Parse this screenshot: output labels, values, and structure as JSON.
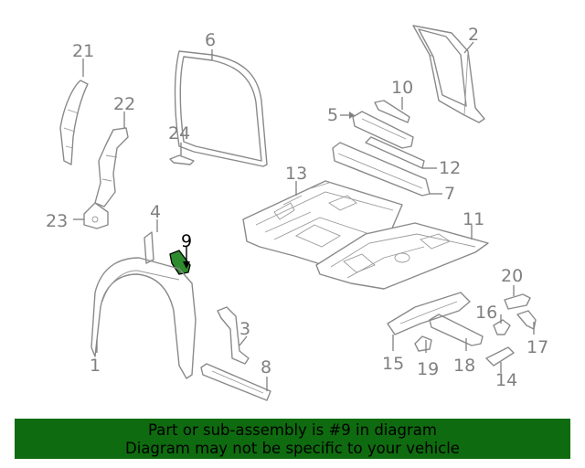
{
  "banner": {
    "line1": "Part or sub-assembly is #9 in diagram",
    "line2": "Diagram may not be specific to your vehicle",
    "background": "#0f6b0f"
  },
  "highlight": {
    "part": "9",
    "color": "#2e8b2e"
  },
  "callouts": {
    "c1": "1",
    "c2": "2",
    "c3": "3",
    "c4": "4",
    "c5": "5",
    "c6": "6",
    "c7": "7",
    "c8": "8",
    "c9": "9",
    "c10": "10",
    "c11": "11",
    "c12": "12",
    "c13": "13",
    "c14": "14",
    "c15": "15",
    "c16": "16",
    "c17": "17",
    "c18": "18",
    "c19": "19",
    "c20": "20",
    "c21": "21",
    "c22": "22",
    "c23": "23",
    "c24": "24"
  }
}
